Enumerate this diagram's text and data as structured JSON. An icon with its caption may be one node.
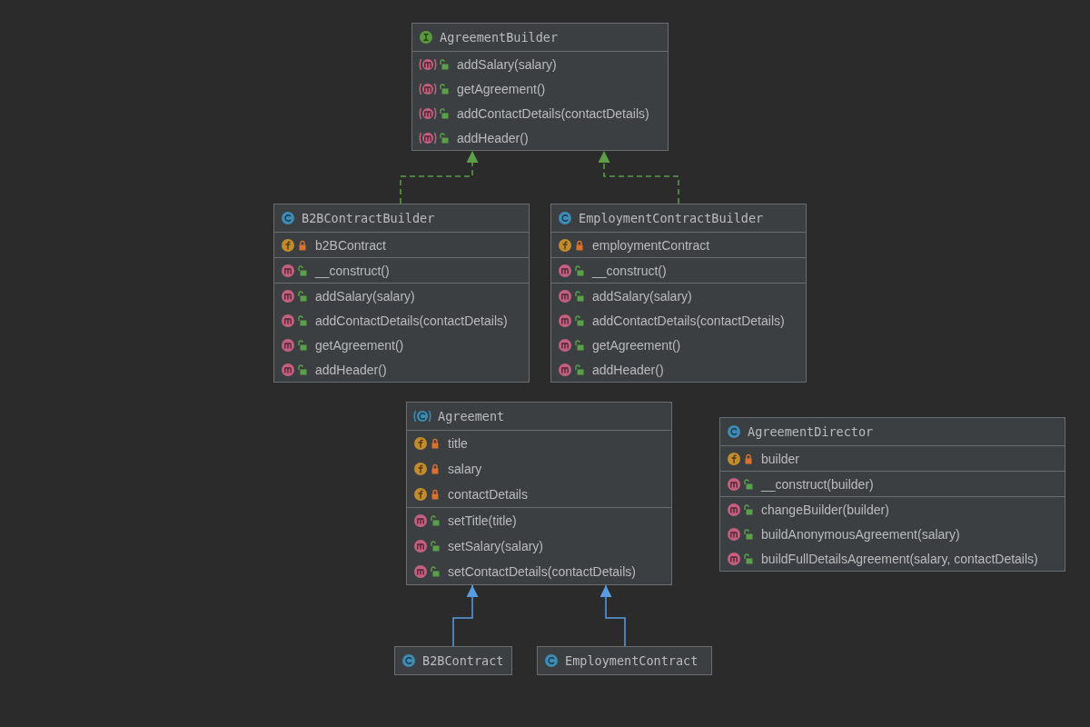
{
  "diagram": {
    "nodes": [
      {
        "text": [
          "AgreementBuilder",
          "addSalary(salary)",
          "getAgreement()",
          "addContactDetails(contactDetails)",
          "addHeader()"
        ]
      },
      {
        "text": [
          "B2BContractBuilder",
          "b2BContract",
          "__construct()",
          "addSalary(salary)",
          "addContactDetails(contactDetails)",
          "getAgreement()",
          "addHeader()"
        ]
      },
      {
        "text": [
          "EmploymentContractBuilder",
          "employmentContract",
          "__construct()",
          "addSalary(salary)",
          "addContactDetails(contactDetails)",
          "getAgreement()",
          "addHeader()"
        ]
      },
      {
        "text": [
          "Agreement",
          "title",
          "salary",
          "contactDetails",
          "setTitle(title)",
          "setSalary(salary)",
          "setContactDetails(contactDetails)"
        ]
      },
      {
        "text": [
          "AgreementDirector",
          "builder",
          "__construct(builder)",
          "changeBuilder(builder)",
          "buildAnonymousAgreement(salary)",
          "buildFullDetailsAgreement(salary, contactDetails)"
        ]
      },
      {
        "text": [
          "B2BContract"
        ]
      },
      {
        "text": [
          "EmploymentContract"
        ]
      }
    ],
    "edges": [
      {
        "from": 1,
        "to": 0,
        "arrow": "to",
        "style": "dashed",
        "color": "#5e9e48"
      },
      {
        "from": 2,
        "to": 0,
        "arrow": "to",
        "style": "dashed",
        "color": "#5e9e48"
      },
      {
        "from": 5,
        "to": 3,
        "arrow": "to",
        "color": "#5a9ce4"
      },
      {
        "from": 6,
        "to": 3,
        "arrow": "to",
        "color": "#5a9ce4"
      }
    ]
  }
}
